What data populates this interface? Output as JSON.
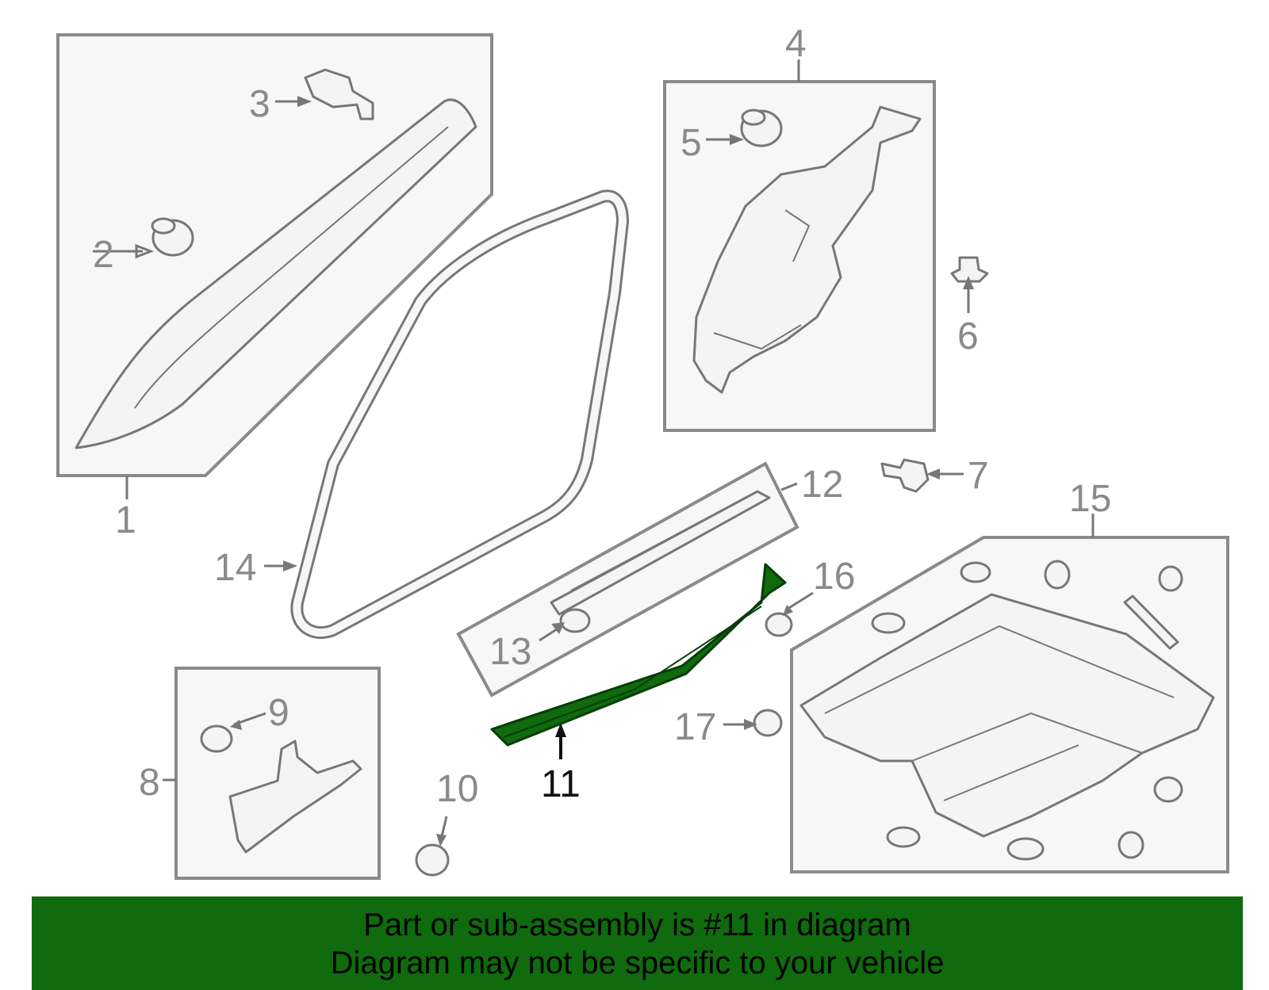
{
  "diagram": {
    "callouts": {
      "c1": "1",
      "c2": "2",
      "c3": "3",
      "c4": "4",
      "c5": "5",
      "c6": "6",
      "c7": "7",
      "c8": "8",
      "c9": "9",
      "c10": "10",
      "c11": "11",
      "c12": "12",
      "c13": "13",
      "c14": "14",
      "c15": "15",
      "c16": "16",
      "c17": "17"
    },
    "highlighted_part": "11",
    "highlight_color": "#0f6b0d",
    "line_color": "#8a8a8a"
  },
  "banner": {
    "line1": "Part or sub-assembly is #11 in diagram",
    "line2": "Diagram may not be specific to your vehicle",
    "background": "#0f6b0d"
  }
}
